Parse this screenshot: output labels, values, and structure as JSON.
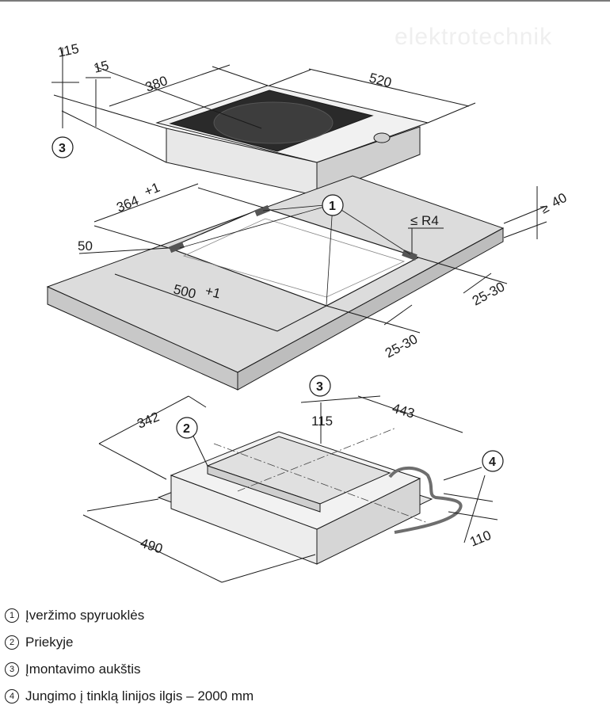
{
  "watermark": "elektrotechnik",
  "dimensions": {
    "d115_top": "115",
    "d15": "15",
    "d380": "380",
    "d520": "520",
    "d40": "40",
    "d364": "364",
    "d364_tol": "+1",
    "d364_tol2": "-",
    "r4": "≤ R4",
    "d40_prefix": "≥",
    "d50": "50",
    "d500": "500",
    "d500_tol": "+1",
    "d500_tol2": "-",
    "d25_30_a": "25-30",
    "d25_30_b": "25-30",
    "d342": "342",
    "d443": "443",
    "d115_bottom": "115",
    "d490": "490",
    "d110": "110"
  },
  "callouts": {
    "c1": "1",
    "c2": "2",
    "c3_top": "3",
    "c3_bottom": "3",
    "c4": "4"
  },
  "legend": [
    {
      "num": "1",
      "text": "Įveržimo spyruoklės"
    },
    {
      "num": "2",
      "text": "Priekyje"
    },
    {
      "num": "3",
      "text": "Įmontavimo aukštis"
    },
    {
      "num": "4",
      "text": "Jungimo į tinklą linijos ilgis – 2000 mm"
    }
  ],
  "colors": {
    "counter_fill": "#dcdcdc",
    "hob_glass": "#2a2a2a",
    "hob_body": "#e8e8e8",
    "cable": "#6e6e6e"
  }
}
